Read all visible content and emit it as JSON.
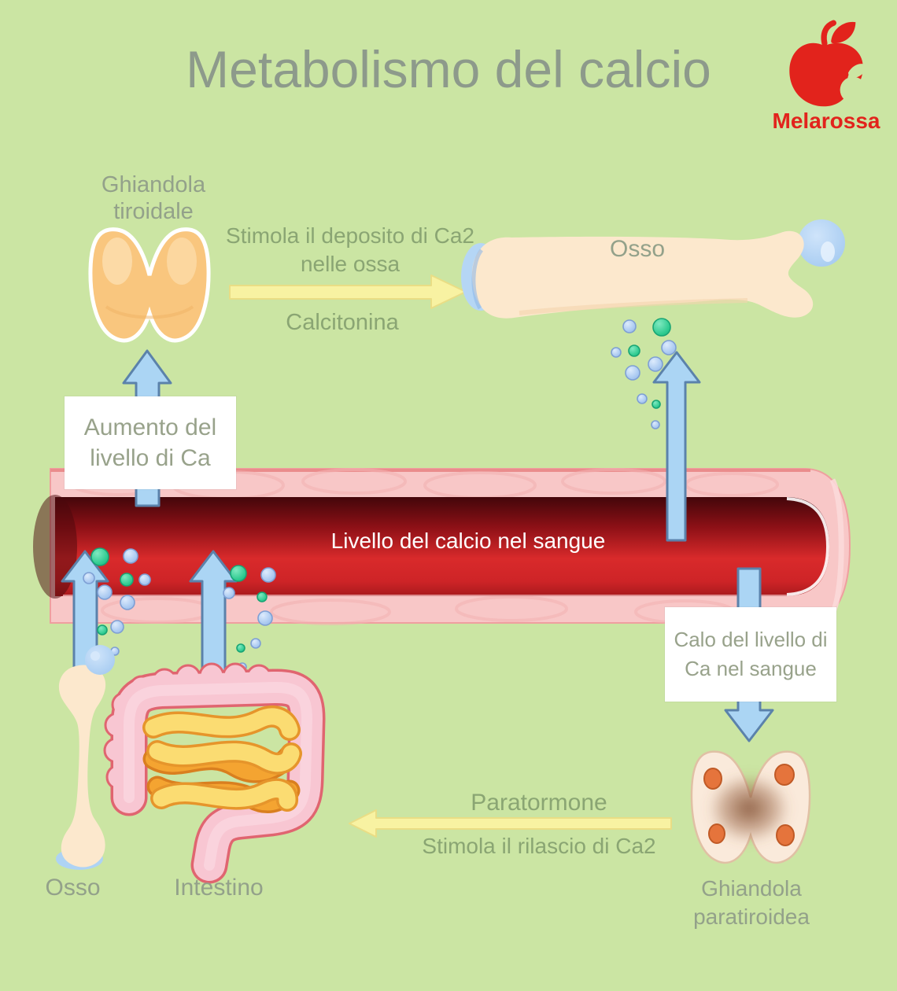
{
  "title": "Metabolismo del calcio",
  "brand": {
    "name": "Melarossa",
    "logo_icon": "apple-icon",
    "color": "#e2231c"
  },
  "colors": {
    "background": "#cbe5a3",
    "title_text": "#8d9a8b",
    "label_text": "#93a18a",
    "arrow_label_text": "#8aa573",
    "vessel_text": "#ffffff",
    "arrow_blue_fill": "#abd5f4",
    "arrow_blue_border": "#5b82ab",
    "arrow_yellow_fill": "#f8f2a2",
    "vessel_wall_pink": "#f8c7c7",
    "blood_red": "#d92a2b",
    "calcium_dot_blue": "#a9c9f1",
    "calcium_dot_green": "#2fd194",
    "thyroid_orange": "#f9c67e",
    "parathyroid_cream": "#faeadb",
    "bone_cream": "#fce8cd",
    "intestine_pink": "#f8c6d2"
  },
  "nodes": {
    "thyroid": {
      "label": "Ghiandola tiroidale"
    },
    "bone_top": {
      "label": "Osso"
    },
    "vessel": {
      "label": "Livello del calcio nel sangue"
    },
    "parathyroid": {
      "label": "Ghiandola paratiroidea"
    },
    "bone_bottom": {
      "label": "Osso"
    },
    "intestine": {
      "label": "Intestino"
    }
  },
  "processes": {
    "calcitonin_arrow": {
      "effect": "Stimola il deposito di Ca2 nelle ossa",
      "hormone": "Calcitonina",
      "direction": "right"
    },
    "parathormone_arrow": {
      "hormone": "Paratormone",
      "effect": "Stimola il rilascio di Ca2",
      "direction": "left"
    },
    "increase_box": {
      "label": "Aumento del livello di Ca"
    },
    "decrease_box": {
      "label": "Calo del livello di Ca nel sangue"
    }
  }
}
